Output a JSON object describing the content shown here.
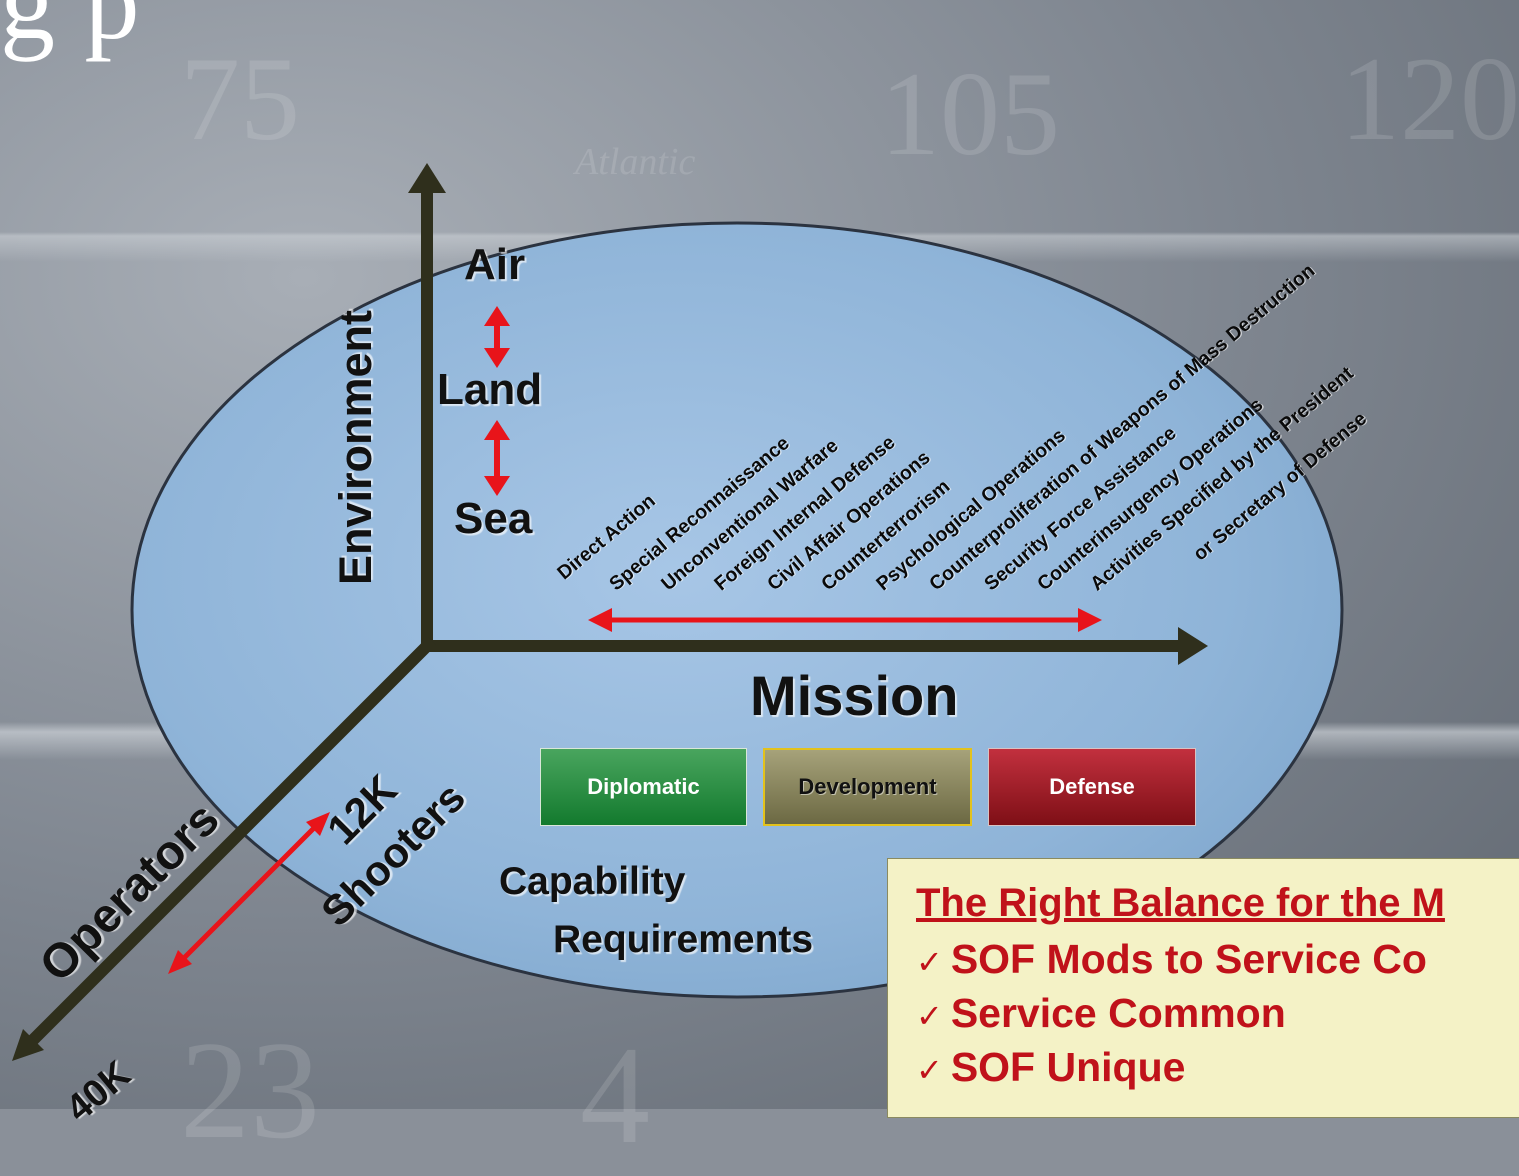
{
  "title_fragment": "g           p",
  "background_marks": {
    "numbers": [
      "75",
      "105",
      "120",
      "23",
      "4"
    ],
    "place_word": "Atlantic"
  },
  "environment": {
    "axis_label": "Environment",
    "levels": [
      "Air",
      "Land",
      "Sea"
    ]
  },
  "mission": {
    "axis_label": "Mission",
    "items": [
      "Direct Action",
      "Special Reconnaissance",
      "Unconventional Warfare",
      "Foreign Internal Defense",
      "Civil Affair Operations",
      "Counterterrorism",
      "Psychological Operations",
      "Counterproliferation of Weapons of Mass Destruction",
      "Security Force Assistance",
      "Counterinsurgency Operations",
      "Activities Specified by the President",
      "or Secretary of Defense"
    ]
  },
  "operators": {
    "axis_label": "Operators",
    "near_value": "12K",
    "near_label": "Shooters",
    "far_value": "40K"
  },
  "capability": {
    "line1": "Capability",
    "line2": "Requirements"
  },
  "categories": {
    "diplomatic": "Diplomatic",
    "development": "Development",
    "defense": "Defense",
    "colors": {
      "diplomatic": "#1e8a3c",
      "development": "#8b875d",
      "defense": "#a3141e"
    }
  },
  "balance": {
    "title": "The Right Balance for the M",
    "check_icon": "✓",
    "items": [
      "SOF Mods to Service Co",
      "Service Common",
      "SOF Unique"
    ]
  },
  "colors": {
    "ellipse_fill": "#8fb4d8",
    "axis": "#2f2f1c",
    "arrow": "#e8141a",
    "balance_text": "#c0121a",
    "balance_bg": "#f4f2c6"
  }
}
